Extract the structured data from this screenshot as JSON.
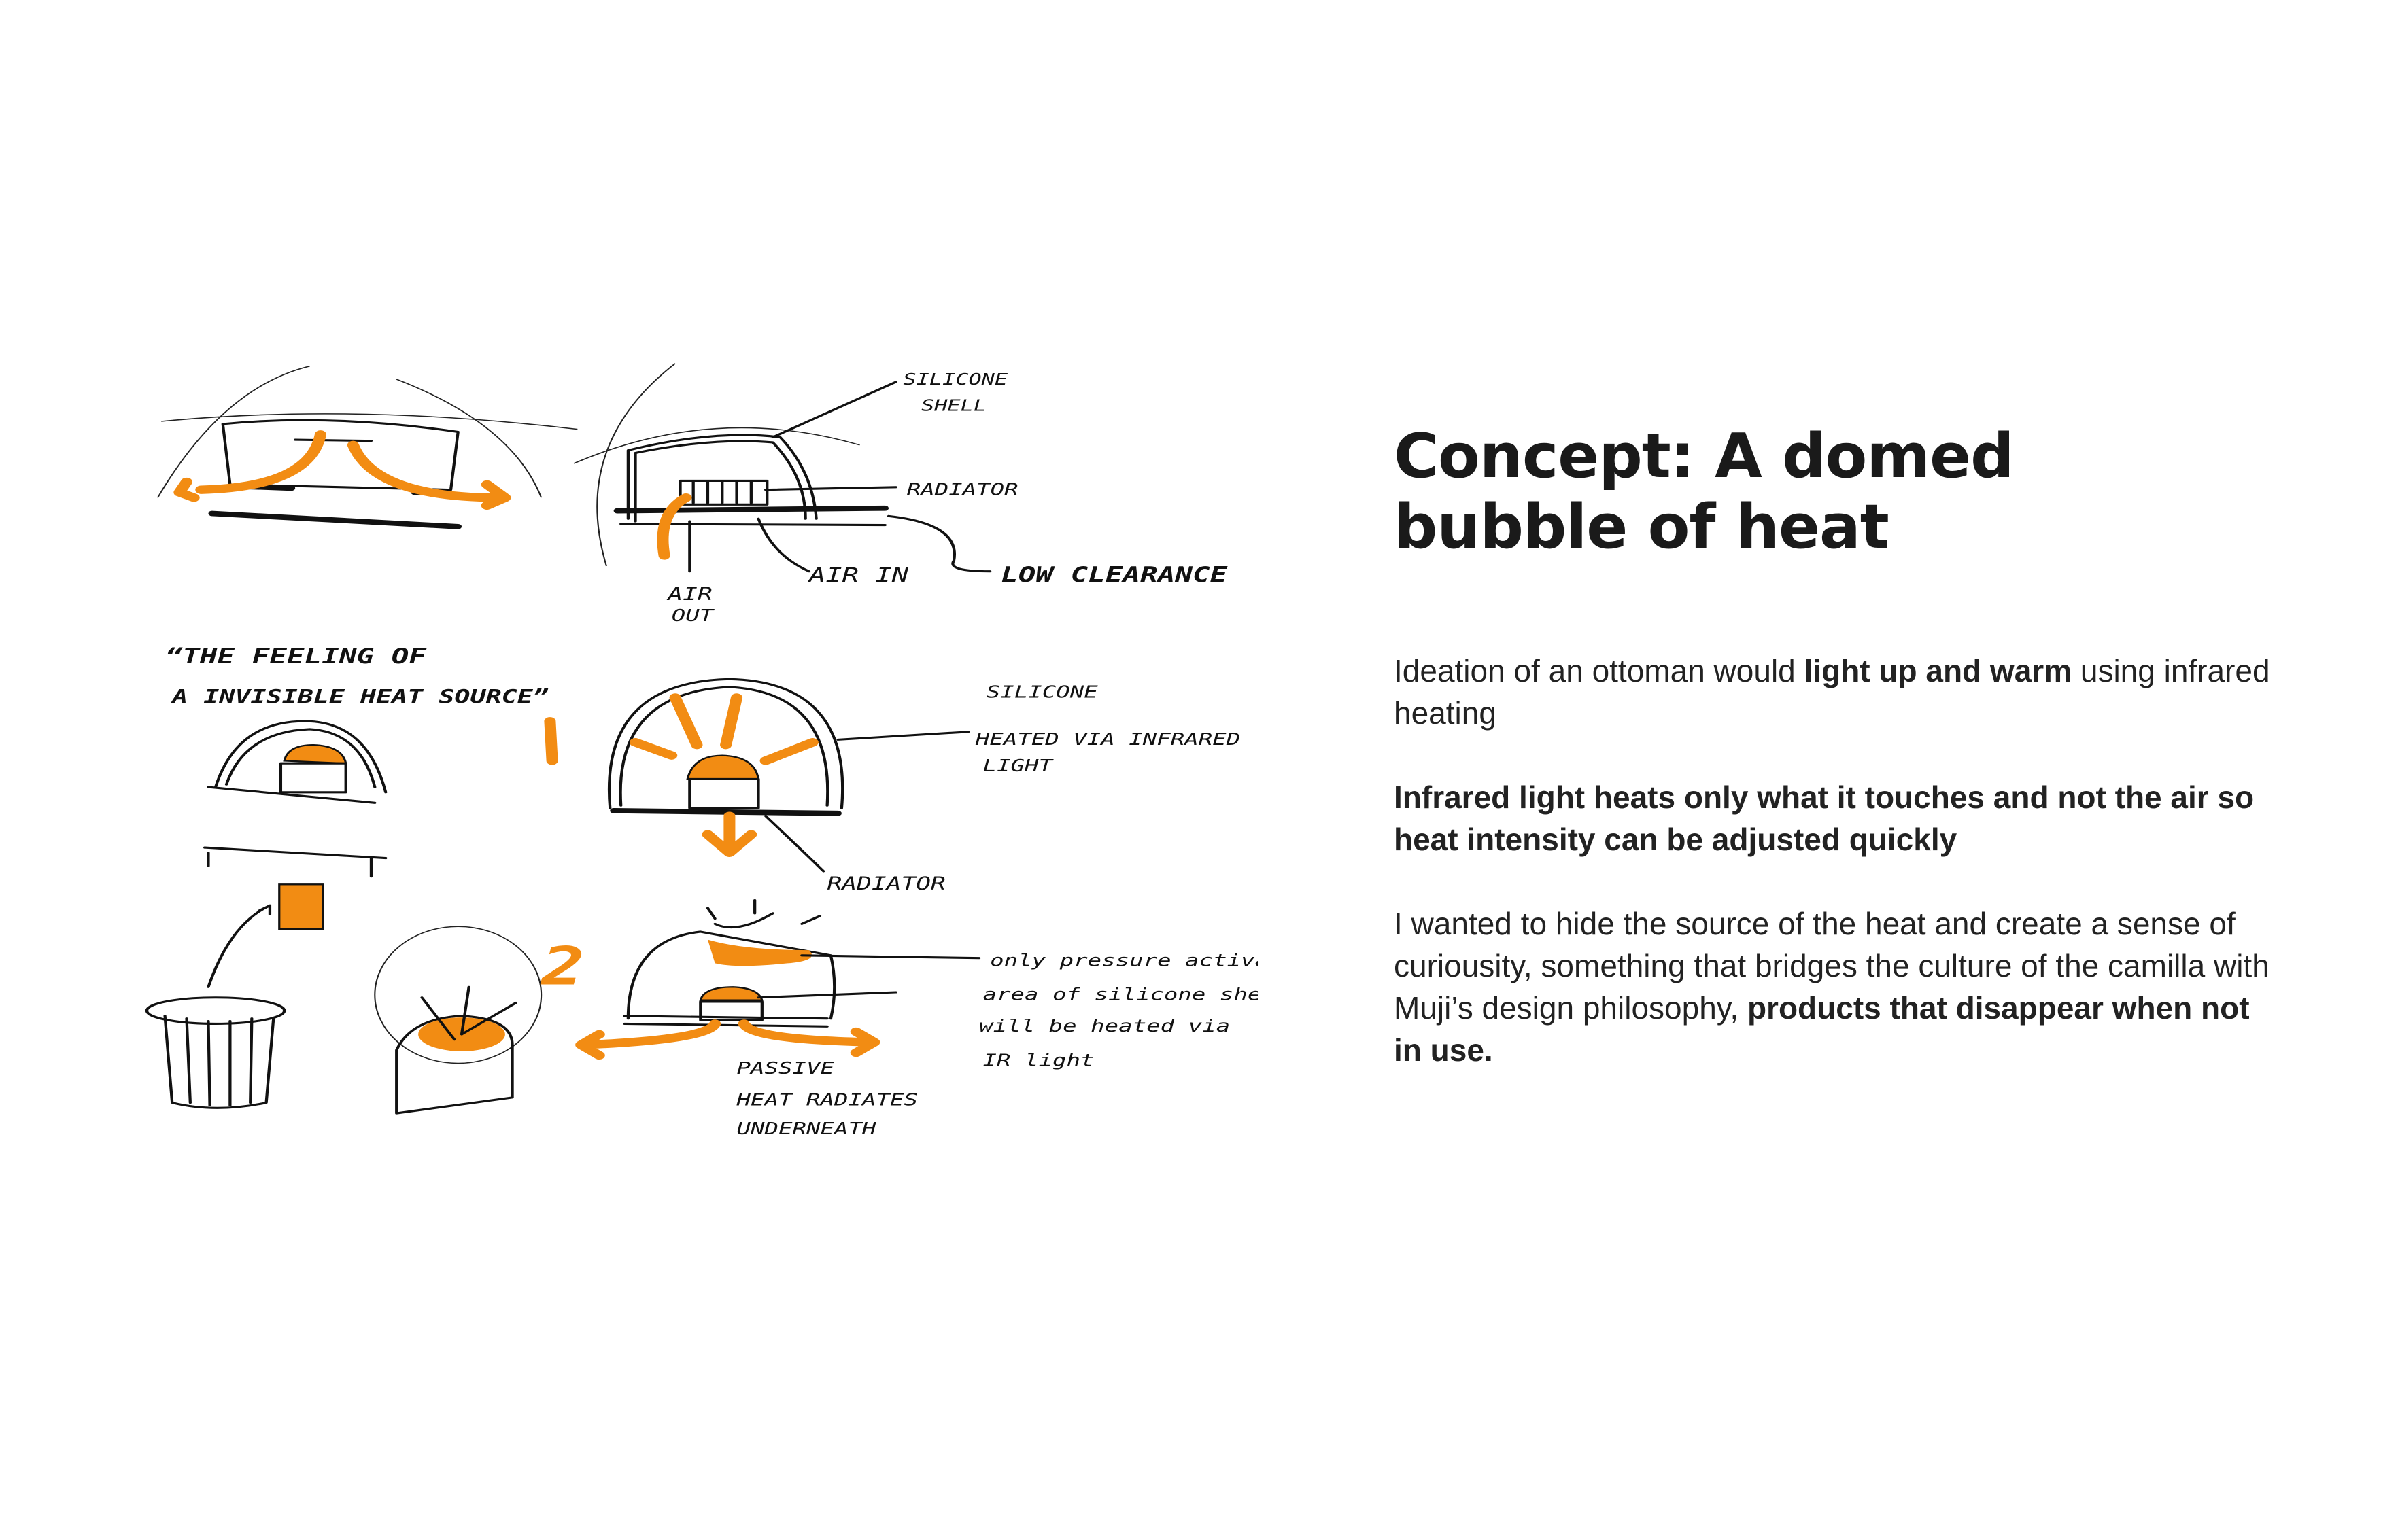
{
  "heading": {
    "line1": "Concept: A domed",
    "line2": "bubble of heat"
  },
  "paragraphs": {
    "p1": {
      "a": "Ideation of an ottoman would ",
      "b": "light up and warm",
      "c": " using infrared heating"
    },
    "p2": "Infrared light heats only what it touches and not the air so heat intensity can be adjusted quickly",
    "p3": {
      "a": "I wanted to hide the source of the heat and create a sense of curiousity, something that bridges the culture of the camilla with Muji’s design philosophy, ",
      "b": "products that disappear when not in use."
    }
  },
  "sketch_labels": {
    "silicone_shell_1": "SILICONE",
    "silicone_shell_2": "SHELL",
    "radiator_top": "RADIATOR",
    "air_in": "AIR IN",
    "air_out_1": "AIR",
    "air_out_2": "OUT",
    "low_clearance": "LOW CLEARANCE",
    "quote_1": "“THE FEELING OF",
    "quote_2": "A INVISIBLE HEAT SOURCE”",
    "silicone": "SILICONE",
    "heated_via_1": "HEATED VIA INFRARED",
    "heated_via_2": "LIGHT",
    "radiator_mid": "RADIATOR",
    "number_1": "1",
    "number_2": "2",
    "pressure_1": "only pressure activated",
    "pressure_2": "area of silicone shell",
    "pressure_3": "will be heated via",
    "pressure_4": "IR light",
    "passive_1": "PASSIVE",
    "passive_2": "HEAT RADIATES",
    "passive_3": "UNDERNEATH"
  },
  "colors": {
    "accent": "#f28c13",
    "ink": "#111111",
    "text": "#1a1a1a"
  }
}
